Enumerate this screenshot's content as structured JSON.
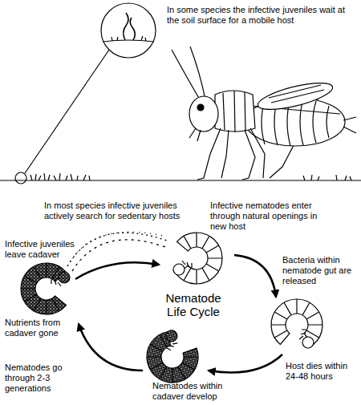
{
  "diagram": {
    "title": "Nematode Life Cycle",
    "labels": [
      "In some species the infective juveniles wait at the soil surface for a mobile host",
      "In most species infective juveniles actively search for sedentary hosts",
      "Infective nematodes enter through natural openings in new host",
      "Infective juveniles leave cadaver",
      "Bacteria within nematode gut are released",
      "Nutrients from cadaver gone",
      "Host dies within 24-48 hours",
      "Nematodes go through 2-3 generations",
      "Nematodes within cadaver develop"
    ]
  }
}
